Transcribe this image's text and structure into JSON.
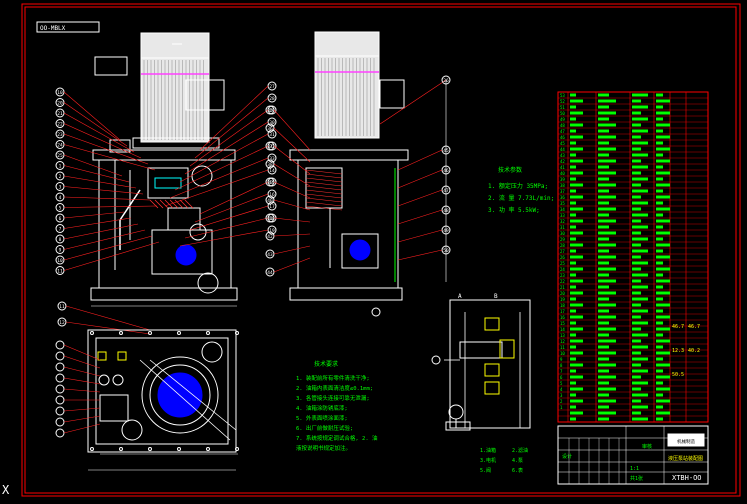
{
  "drawing": {
    "code_box": "OO-MBLX",
    "drawing_number": "XTBH-OO"
  },
  "colors": {
    "background": "#000000",
    "frame": "#ff0000",
    "outline": "#ffffff",
    "hatch": "#ff3030",
    "leader": "#ff2020",
    "green_text": "#00ff00",
    "cyan_text": "#00ffff",
    "yellow_text": "#ffff00",
    "magenta": "#ff40ff",
    "motor_fill": "#e8e8e8",
    "tank_blue": "#0000ff"
  },
  "front_view": {
    "balloons_left": [
      "10",
      "20",
      "21",
      "22",
      "23",
      "24",
      "25",
      "1",
      "2",
      "3",
      "4",
      "5",
      "6",
      "7",
      "8",
      "9",
      "10",
      "11"
    ],
    "balloons_right": [
      "27",
      "28",
      "29",
      "30",
      "31",
      "32",
      "33",
      "14",
      "15",
      "16",
      "17",
      "18",
      "19"
    ],
    "bottom_balloons": [
      "11",
      "12"
    ]
  },
  "side_view": {
    "balloons_left": [
      "35",
      "36",
      "37",
      "38",
      "39",
      "40",
      "41",
      "42",
      "43",
      "44"
    ],
    "balloons_right": [
      "45",
      "46",
      "47",
      "48",
      "49",
      "50"
    ],
    "top_callout": "26"
  },
  "tech_notes": {
    "title": "技术参数",
    "lines": [
      "1. 额定压力 35MPa;",
      "2. 流 量 7.73L/min;",
      "3. 功 率 5.5kW;"
    ]
  },
  "tech_requirements": {
    "title": "技术要求",
    "lines": [
      "1. 装配前所有零件清洗干净;",
      "2. 油箱内表面清洁度≤0.1mm;",
      "3. 各管接头连接可靠无泄漏;",
      "4. 油箱涂防锈底漆;",
      "5. 外表面喷涂面漆;",
      "6. 出厂前做耐压试验;",
      "7. 系统按规定调试合格, 2. 油",
      "   液按说明书规定加注。"
    ]
  },
  "schematic": {
    "ports": [
      "A",
      "B"
    ],
    "labels": [
      "1.油箱",
      "2.滤油",
      "3.电机",
      "4.泵",
      "5.阀",
      "6.表"
    ]
  },
  "bom": {
    "rows": 55,
    "row_numbers": [
      "53",
      "52",
      "51",
      "50",
      "49",
      "48",
      "47",
      "46",
      "45",
      "44",
      "43",
      "42",
      "41",
      "40",
      "39",
      "38",
      "37",
      "36",
      "35",
      "34",
      "33",
      "32",
      "31",
      "30",
      "29",
      "28",
      "27",
      "26",
      "25",
      "24",
      "23",
      "22",
      "21",
      "20",
      "19",
      "18",
      "17",
      "16",
      "15",
      "14",
      "13",
      "12",
      "11",
      "10",
      "9",
      "8",
      "7",
      "6",
      "5",
      "4",
      "3",
      "2",
      "1"
    ],
    "highlights": [
      "46.7",
      "46.7",
      "12.3",
      "40.2",
      "50.5"
    ]
  },
  "title_block": {
    "designer_label": "设计",
    "check_label": "审核",
    "name": "液压泵站装配图",
    "company": "机械制造",
    "scale": "1:1",
    "sheet": "共1张"
  },
  "ucs_label": "X"
}
